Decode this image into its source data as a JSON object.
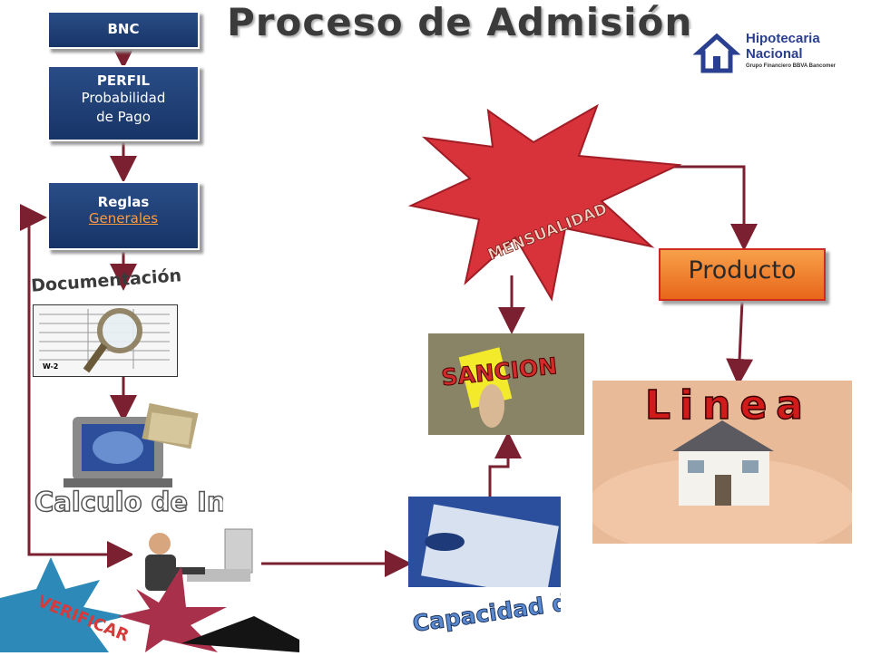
{
  "title": "Proceso de Admisión",
  "logo": {
    "line1": "Hipotecaria",
    "line2": "Nacional",
    "line3": "Grupo Financiero BBVA Bancomer"
  },
  "boxes": {
    "bnc": "BNC",
    "perfil_line1": "PERFIL",
    "perfil_line2": "Probabilidad",
    "perfil_line3": "de Pago",
    "reglas_line1": "Reglas",
    "reglas_line2": "Generales",
    "producto": "Producto"
  },
  "labels": {
    "documentacion": "Documentación",
    "calculo": "Calculo de Ingreso",
    "verificar": "VERIFICAR",
    "mensualidad": "MENSUALIDAD",
    "sancion": "SANCION",
    "linea": "Linea",
    "capacidad": "Capacidad de Pago",
    "w2": "W-2"
  },
  "colors": {
    "arrow": "#7a2030",
    "box_blue": "#1f3f78",
    "producto_orange": "#f07a1c",
    "starburst_red": "#d8323a",
    "link_orange": "#ff9a3c"
  }
}
